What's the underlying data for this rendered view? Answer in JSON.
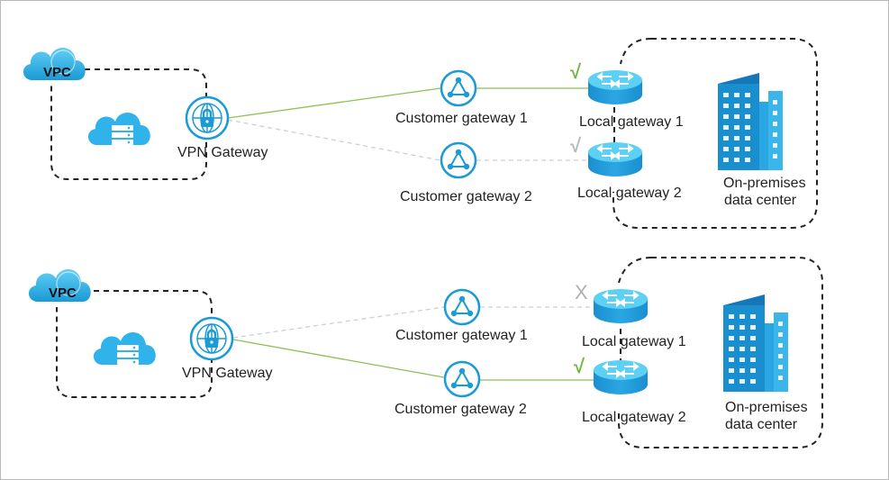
{
  "colors": {
    "accent_blue": "#1a9ad6",
    "light_blue": "#41c4f3",
    "active_link": "#8cc152",
    "inactive_link": "#cfcfcf",
    "check_green": "#71b842",
    "x_gray": "#b0b0b0"
  },
  "icons": [
    "cloud-icon",
    "server-stack-icon",
    "vpn-lock-icon",
    "customer-gateway-icon",
    "router-icon",
    "building-icon"
  ],
  "top": {
    "vpc_label": "VPC",
    "vpn_gateway": "VPN Gateway",
    "customer_gateway_1": "Customer gateway 1",
    "customer_gateway_2": "Customer gateway 2",
    "local_gateway_1": "Local gateway 1",
    "local_gateway_2": "Local gateway 2",
    "mark_1": "√",
    "mark_2": "√",
    "dc_line1": "On-premises",
    "dc_line2": "data center",
    "active_path": "Customer gateway 1"
  },
  "bottom": {
    "vpc_label": "VPC",
    "vpn_gateway": "VPN Gateway",
    "customer_gateway_1": "Customer gateway 1",
    "customer_gateway_2": "Customer gateway 2",
    "local_gateway_1": "Local gateway 1",
    "local_gateway_2": "Local gateway 2",
    "mark_1": "X",
    "mark_2": "√",
    "dc_line1": "On-premises",
    "dc_line2": "data center",
    "active_path": "Customer gateway 2"
  }
}
